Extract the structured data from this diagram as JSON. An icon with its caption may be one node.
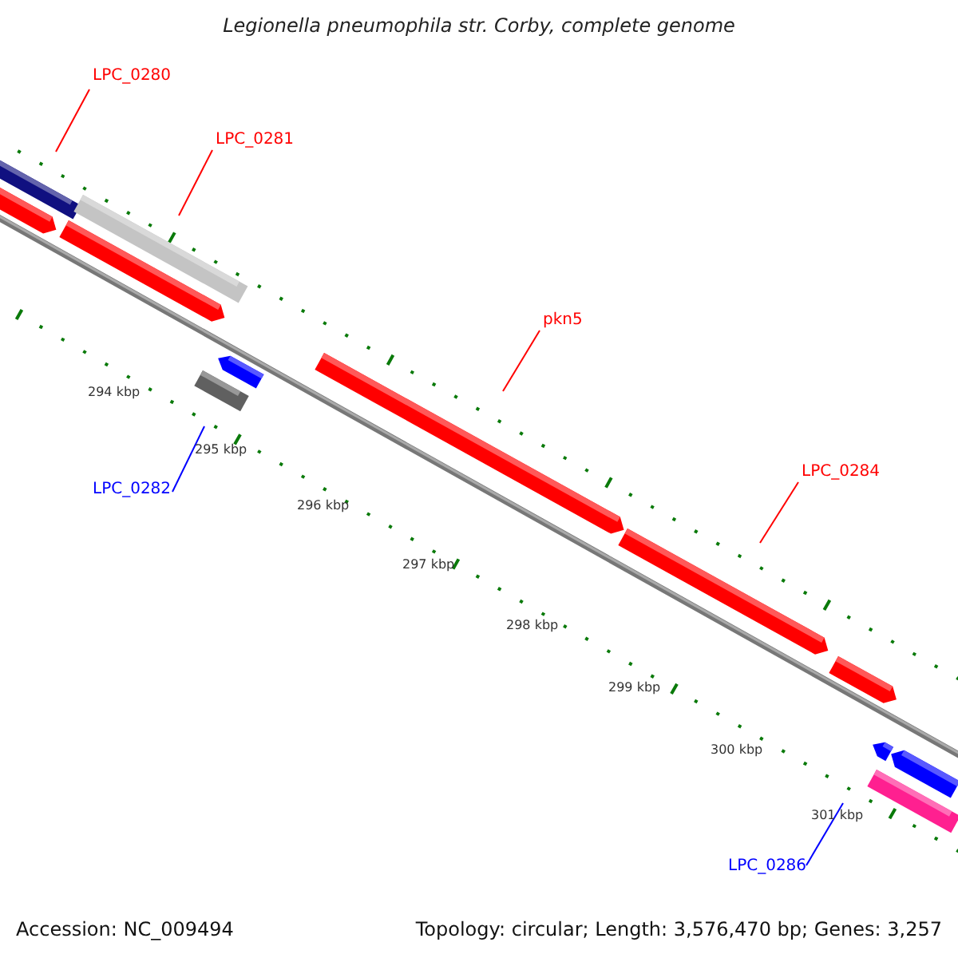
{
  "diagram": {
    "title": "Legionella pneumophila str. Corby, complete genome",
    "nodes": [
      {
        "text": [
          "LPC_0280"
        ]
      },
      {
        "text": [
          "LPC_0281"
        ]
      },
      {
        "text": [
          "pkn5"
        ]
      },
      {
        "text": [
          "LPC_0284"
        ]
      },
      {
        "text": [
          "LPC_0282"
        ]
      },
      {
        "text": [
          "LPC_0286"
        ]
      },
      {
        "text": [],
        "shape": "bar"
      },
      {
        "text": [],
        "shape": "bar"
      },
      {
        "text": [],
        "shape": "bar"
      },
      {
        "text": [],
        "shape": "bar"
      },
      {
        "text": [],
        "shape": "bar"
      },
      {
        "text": [],
        "shape": "bar"
      },
      {
        "text": [],
        "shape": "bar"
      },
      {
        "text": [],
        "shape": "bar"
      },
      {
        "text": [],
        "shape": "bar"
      },
      {
        "text": [],
        "shape": "bar"
      },
      {
        "text": [],
        "shape": "bar"
      },
      {
        "text": [],
        "shape": "bar"
      }
    ],
    "edges": [
      {
        "from": 0,
        "to": 6,
        "arrow": "none"
      },
      {
        "from": 1,
        "to": 8,
        "arrow": "none"
      },
      {
        "from": 2,
        "to": 12,
        "arrow": "none"
      },
      {
        "from": 3,
        "to": 13,
        "arrow": "none"
      },
      {
        "from": 4,
        "to": 11,
        "arrow": "none",
        "color": "#0000ff"
      },
      {
        "from": 5,
        "to": 17,
        "arrow": "none",
        "color": "#0000ff"
      }
    ],
    "labels": [
      "294 kbp",
      "295 kbp",
      "296 kbp",
      "297 kbp",
      "298 kbp",
      "299 kbp",
      "300 kbp",
      "301 kbp",
      "Accession: NC_009494",
      "Topology: circular; Length: 3,576,470 bp; Genes: 3,257"
    ]
  }
}
